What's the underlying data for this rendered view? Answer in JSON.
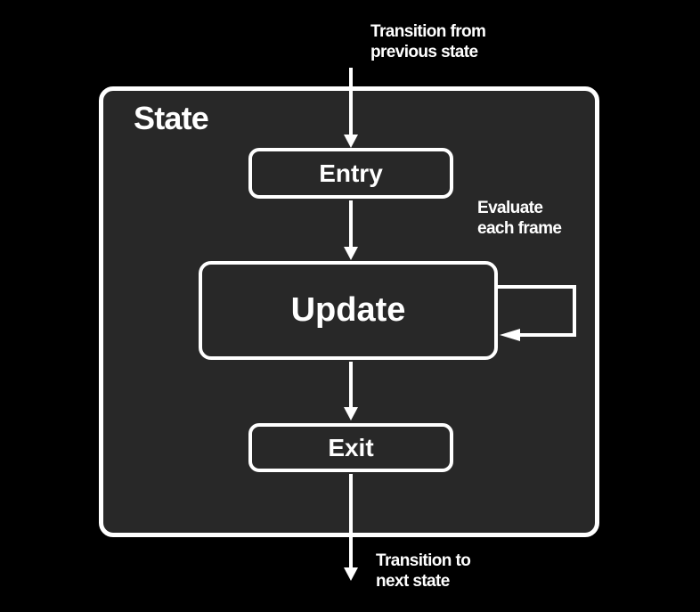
{
  "colors": {
    "background": "#000000",
    "panel": "#282828",
    "node": "#282828",
    "line": "#ffffff",
    "text": "#ffffff"
  },
  "annotations": {
    "incoming": "Transition from\nprevious state",
    "loop": "Evaluate\neach frame",
    "outgoing": "Transition to\nnext state"
  },
  "container": {
    "title": "State"
  },
  "nodes": {
    "entry": {
      "label": "Entry"
    },
    "update": {
      "label": "Update"
    },
    "exit": {
      "label": "Exit"
    }
  }
}
